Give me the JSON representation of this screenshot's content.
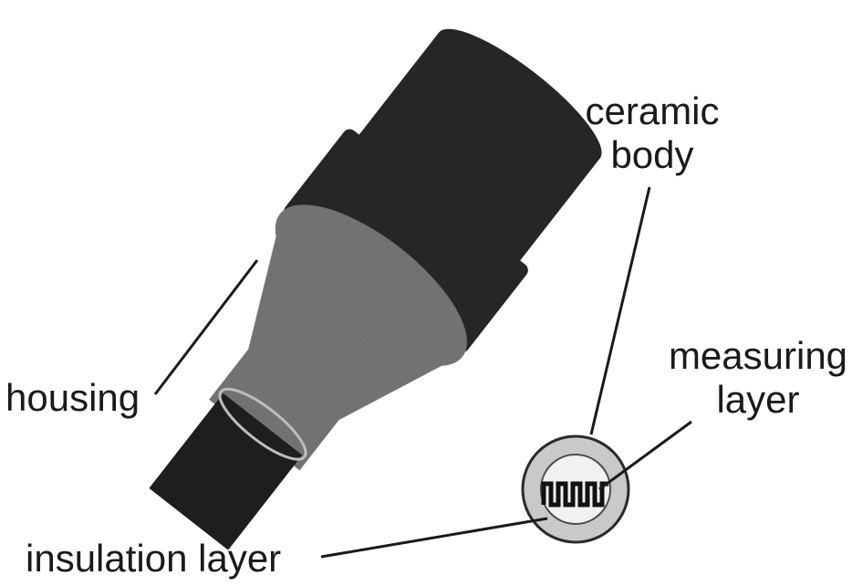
{
  "diagram": {
    "components": [
      {
        "id": "ceramic-body",
        "label_lines": [
          "ceramic",
          "body"
        ]
      },
      {
        "id": "measuring-layer",
        "label_lines": [
          "measuring",
          "layer"
        ]
      },
      {
        "id": "housing",
        "label_lines": [
          "housing"
        ]
      },
      {
        "id": "insulation-layer",
        "label_lines": [
          "insulation layer"
        ]
      }
    ],
    "colors": {
      "housing": "#262626",
      "textured_section": "#7a7a7a",
      "ceramic_tube": "#1e1e1e",
      "insulation_ring": "#c9c9c9",
      "measuring_pattern": "#111111",
      "label_text": "#1a1a1a"
    }
  }
}
